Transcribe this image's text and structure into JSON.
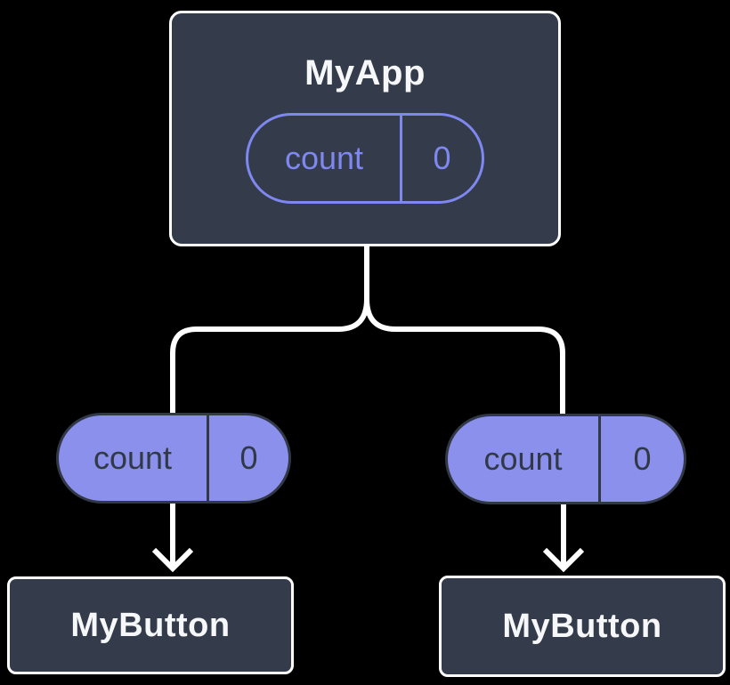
{
  "colors": {
    "background": "#000000",
    "node_fill": "#343B4A",
    "node_border": "#FFFFFF",
    "purple_fill": "#8A90EC",
    "purple_outline": "#7E88F0",
    "dark_text": "#323946",
    "light_text": "#F6F7F9",
    "connector": "#FFFFFF"
  },
  "root": {
    "title": "MyApp",
    "state": {
      "name": "count",
      "value": "0"
    }
  },
  "children": [
    {
      "component": "MyButton",
      "prop": {
        "name": "count",
        "value": "0"
      }
    },
    {
      "component": "MyButton",
      "prop": {
        "name": "count",
        "value": "0"
      }
    }
  ]
}
